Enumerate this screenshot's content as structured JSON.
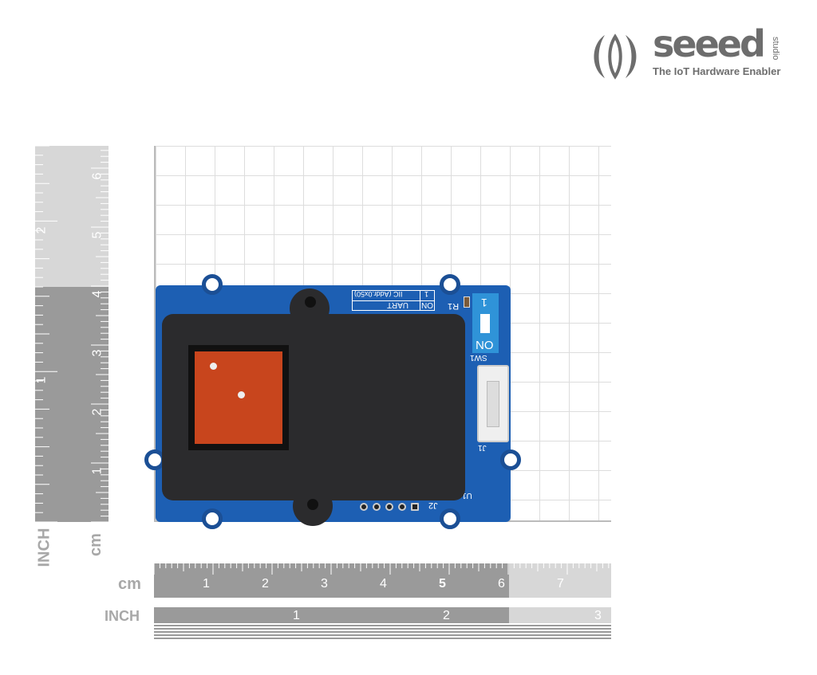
{
  "logo": {
    "brand": "seeed",
    "sub": "studio",
    "tagline": "The IoT Hardware Enabler"
  },
  "board": {
    "silkscreen": {
      "iic": "IIC (Addr.0x50)",
      "iic_num": "1",
      "uart": "UART",
      "uart_on": "ON",
      "r1": "R1",
      "sw_num": "1",
      "sw_on": "ON",
      "sw1": "SW1",
      "j1": "J1",
      "j2": "J2",
      "u1": "U1"
    }
  },
  "rulers": {
    "vertical": {
      "cm_label": "cm",
      "inch_label": "INCH",
      "cm_ticks": [
        "1",
        "2",
        "3",
        "4",
        "5",
        "6"
      ],
      "inch_ticks": [
        "1",
        "2"
      ]
    },
    "horizontal": {
      "cm_label": "cm",
      "inch_label": "INCH",
      "cm_ticks": [
        "1",
        "2",
        "3",
        "4",
        "5",
        "6",
        "7"
      ],
      "inch_ticks": [
        "1",
        "2",
        "3"
      ]
    }
  },
  "colors": {
    "pcb": "#1d5fb3",
    "cover": "#2b2b2d",
    "lens": "#c8451d"
  }
}
